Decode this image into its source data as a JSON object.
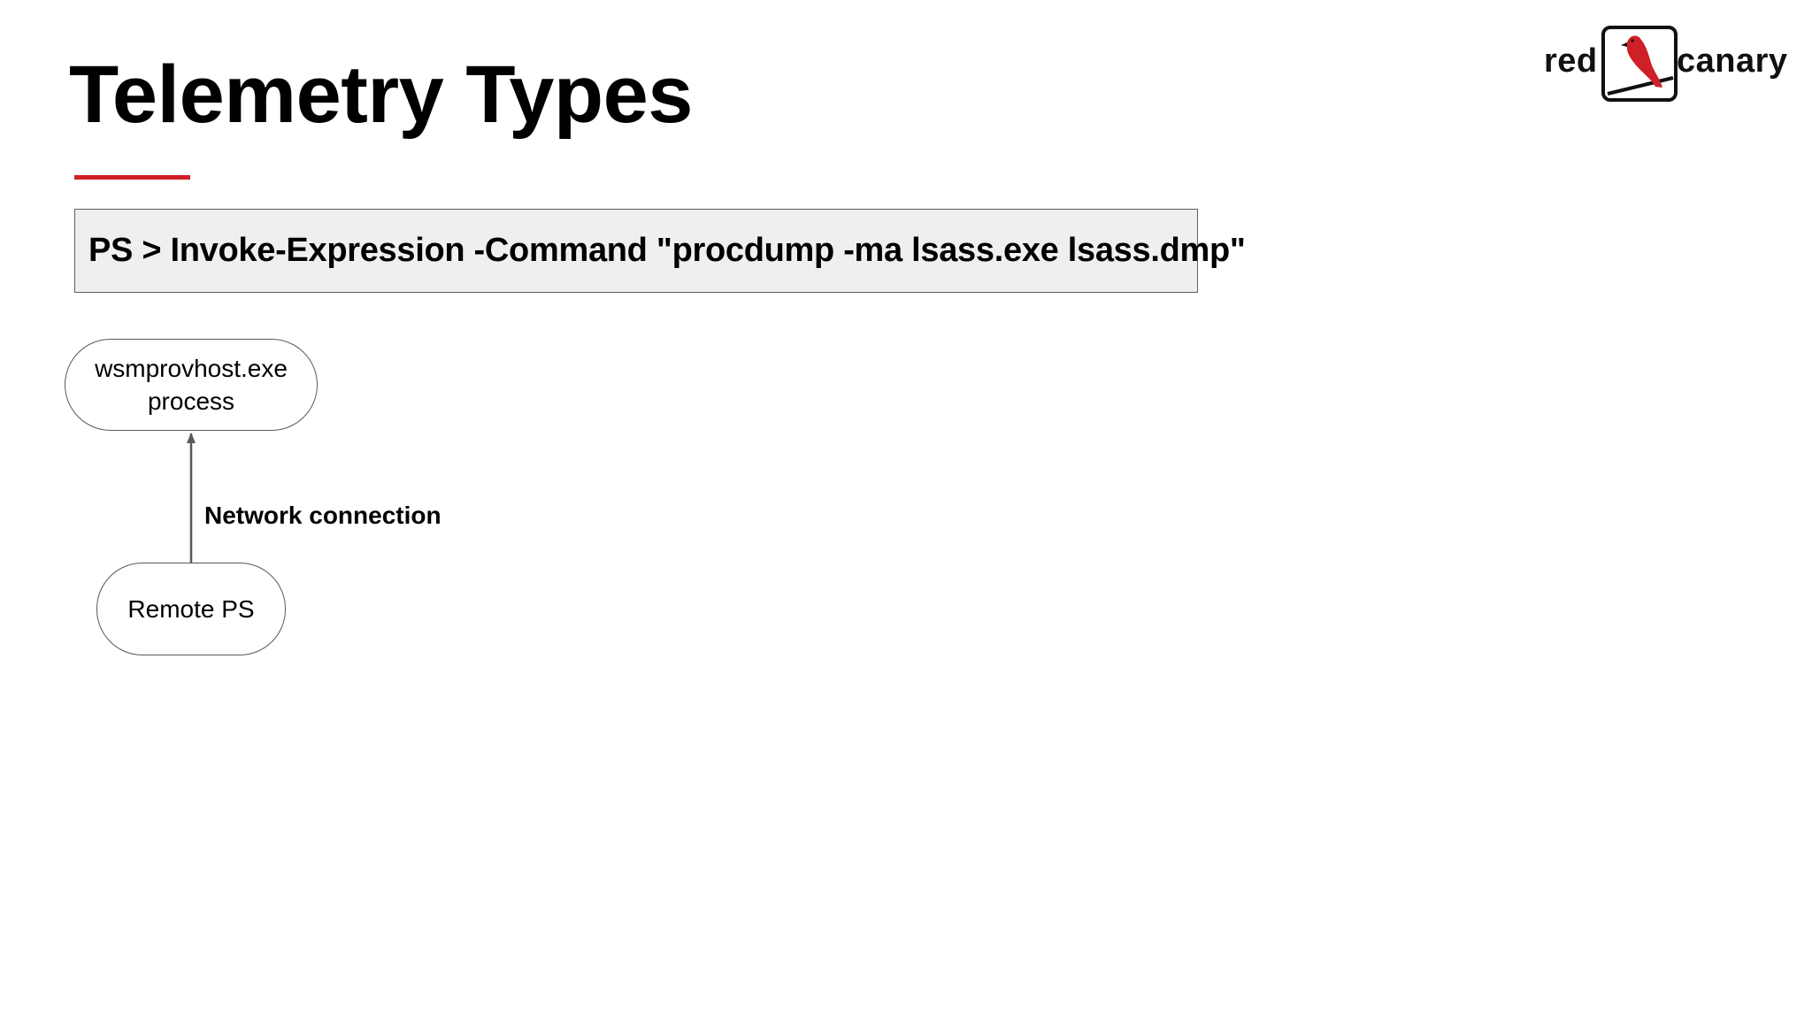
{
  "slide": {
    "title": "Telemetry Types",
    "command": "PS > Invoke-Expression -Command \"procdump -ma lsass.exe lsass.dmp\""
  },
  "diagram": {
    "nodes": [
      {
        "id": "wsmprovhost",
        "lines": [
          "wsmprovhost.exe",
          "process"
        ]
      },
      {
        "id": "remote_ps",
        "lines": [
          "Remote PS"
        ]
      }
    ],
    "edges": [
      {
        "from": "remote_ps",
        "to": "wsmprovhost",
        "label": "Network connection"
      }
    ]
  },
  "logo": {
    "left_word": "red",
    "right_word": "canary",
    "icon": "canary-bird-icon"
  },
  "colors": {
    "accent_red": "#cf2027",
    "command_box_bg": "#efefef",
    "node_border": "#595959",
    "edge": "#595959"
  }
}
